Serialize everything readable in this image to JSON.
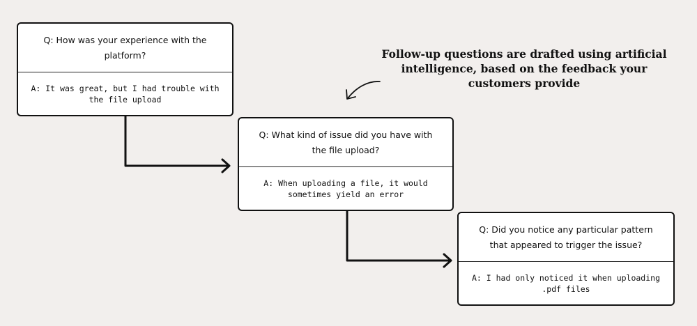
{
  "steps": [
    {
      "question": "Q: How was your experience with the platform?",
      "answer": "A: It was great, but I had trouble with the file upload"
    },
    {
      "question": "Q: What kind of issue did you have with the file upload?",
      "answer": "A: When uploading a file, it would sometimes yield an error"
    },
    {
      "question": "Q: Did you notice any particular pattern that appeared to trigger the issue?",
      "answer": "A: I had only noticed it when uploading .pdf files"
    }
  ],
  "callout": {
    "text": "Follow-up questions are drafted using artificial intelligence, based on the feedback your customers provide"
  }
}
